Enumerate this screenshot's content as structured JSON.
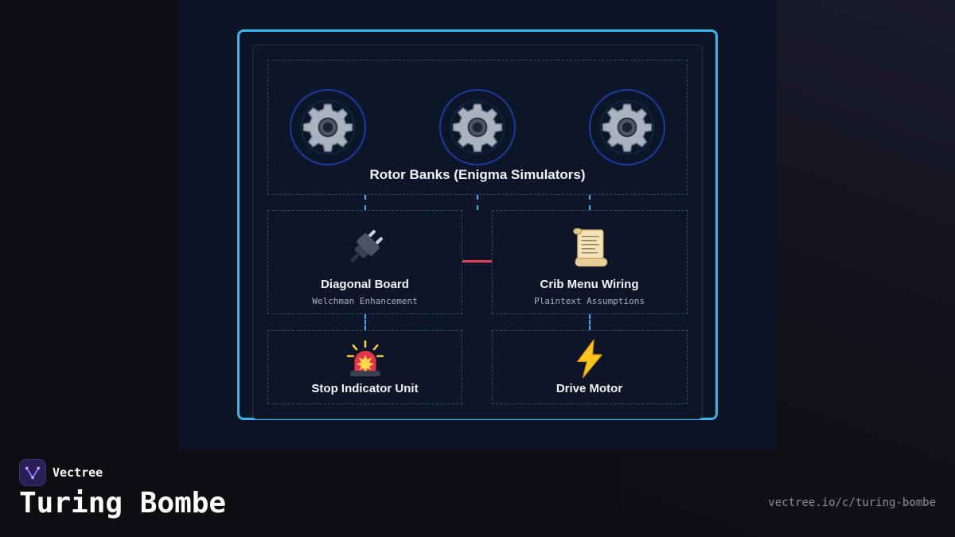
{
  "brand": {
    "name": "Vectree",
    "logo_icon": "vectree-logo-icon",
    "accent": "#9b6bff"
  },
  "page": {
    "title": "Turing Bombe",
    "url": "vectree.io/c/turing-bombe"
  },
  "colors": {
    "frame": "#3bb2ea",
    "connector": "#3bb2ea",
    "link": "#e0405e",
    "rotor_ring": "#1d3aa0"
  },
  "diagram": {
    "rotor_banks": {
      "title": "Rotor Banks (Enigma Simulators)",
      "icons": [
        "gear-icon",
        "gear-icon",
        "gear-icon"
      ]
    },
    "diagonal_board": {
      "title": "Diagonal Board",
      "subtitle": "Welchman Enhancement",
      "icon": "plug-icon"
    },
    "crib_menu": {
      "title": "Crib Menu Wiring",
      "subtitle": "Plaintext Assumptions",
      "icon": "scroll-icon"
    },
    "stop_indicator": {
      "title": "Stop Indicator Unit",
      "icon": "siren-icon"
    },
    "drive_motor": {
      "title": "Drive Motor",
      "icon": "lightning-icon"
    }
  }
}
